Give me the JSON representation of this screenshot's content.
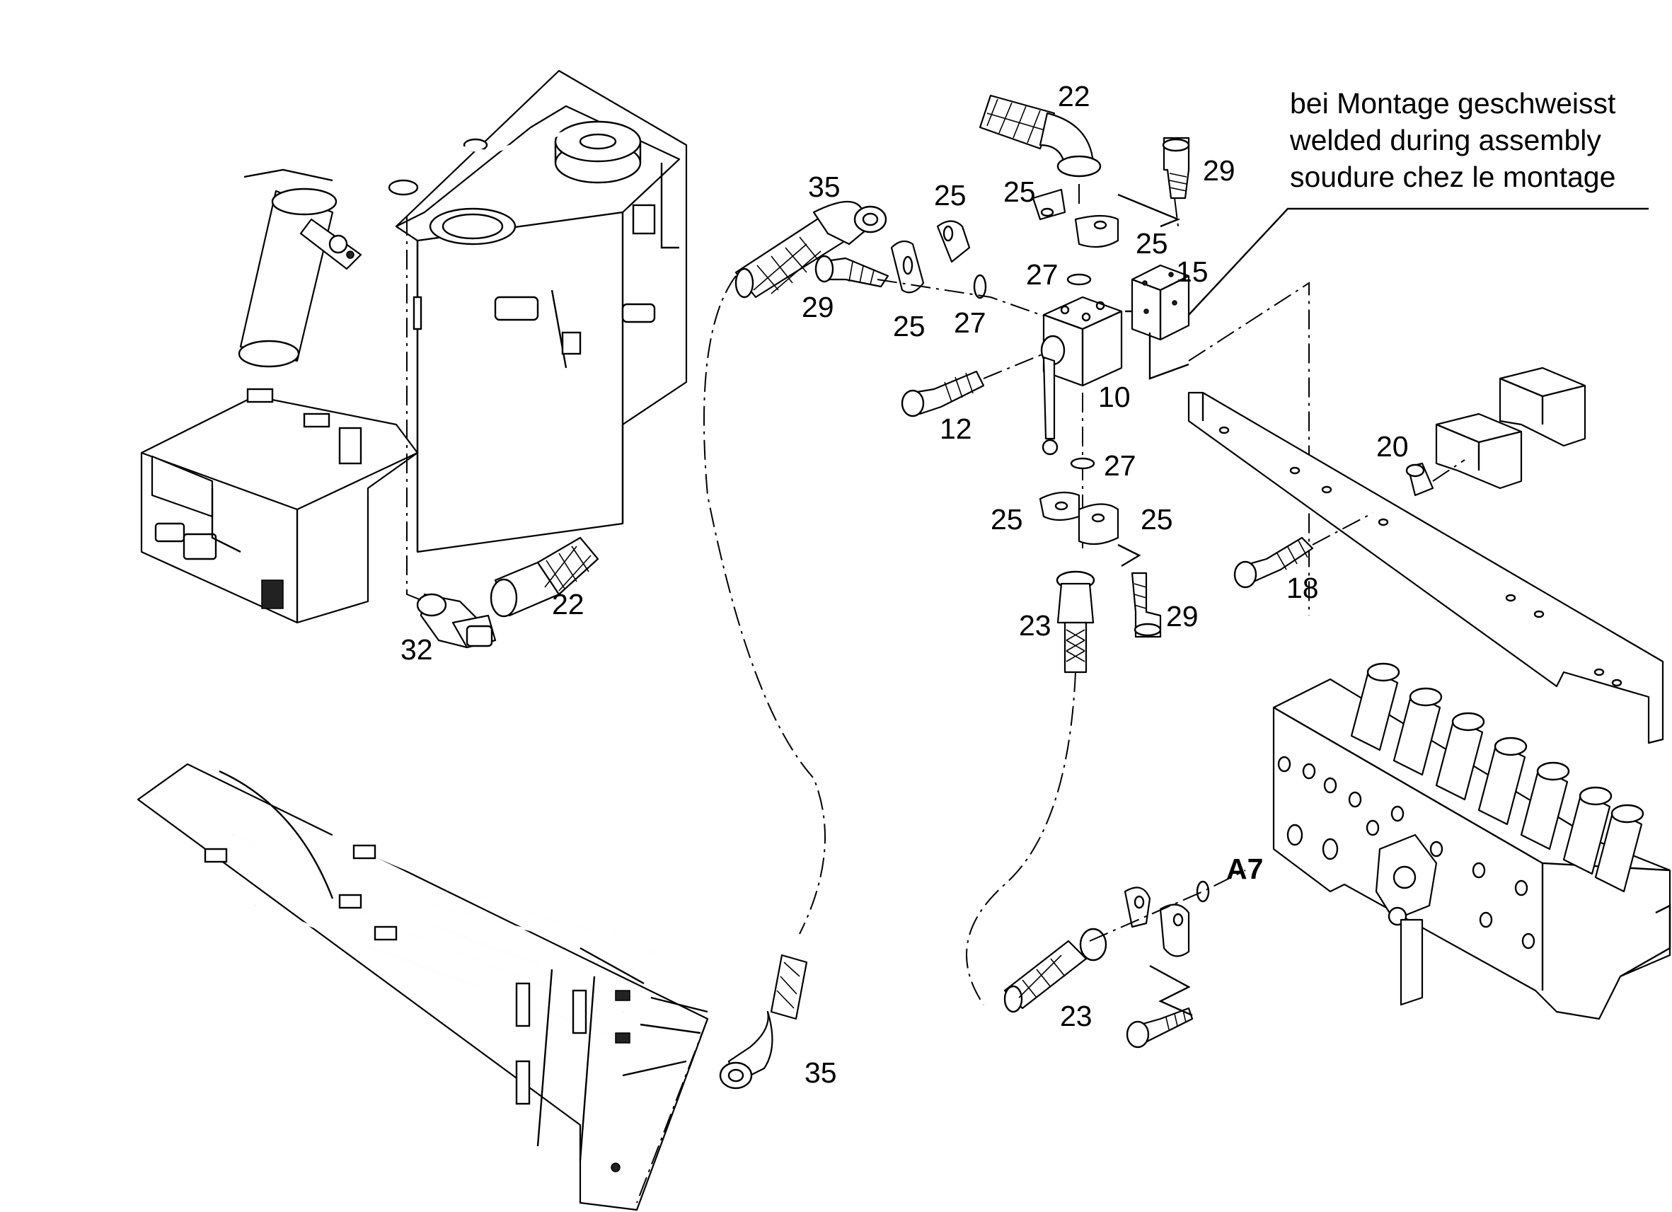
{
  "note": {
    "line1": "bei Montage geschweisst",
    "line2": "welded during assembly",
    "line3": "soudure chez le montage"
  },
  "callouts": {
    "c22a": "22",
    "c22b": "22",
    "c29a": "29",
    "c29b": "29",
    "c29c": "29",
    "c35a": "35",
    "c35b": "35",
    "c25a": "25",
    "c25b": "25",
    "c25c": "25",
    "c25d": "25",
    "c25e": "25",
    "c25f": "25",
    "c27a": "27",
    "c27b": "27",
    "c27c": "27",
    "c15": "15",
    "c10": "10",
    "c12": "12",
    "c20": "20",
    "c18": "18",
    "c23a": "23",
    "c23b": "23",
    "c32": "32",
    "cA7": "A7"
  }
}
